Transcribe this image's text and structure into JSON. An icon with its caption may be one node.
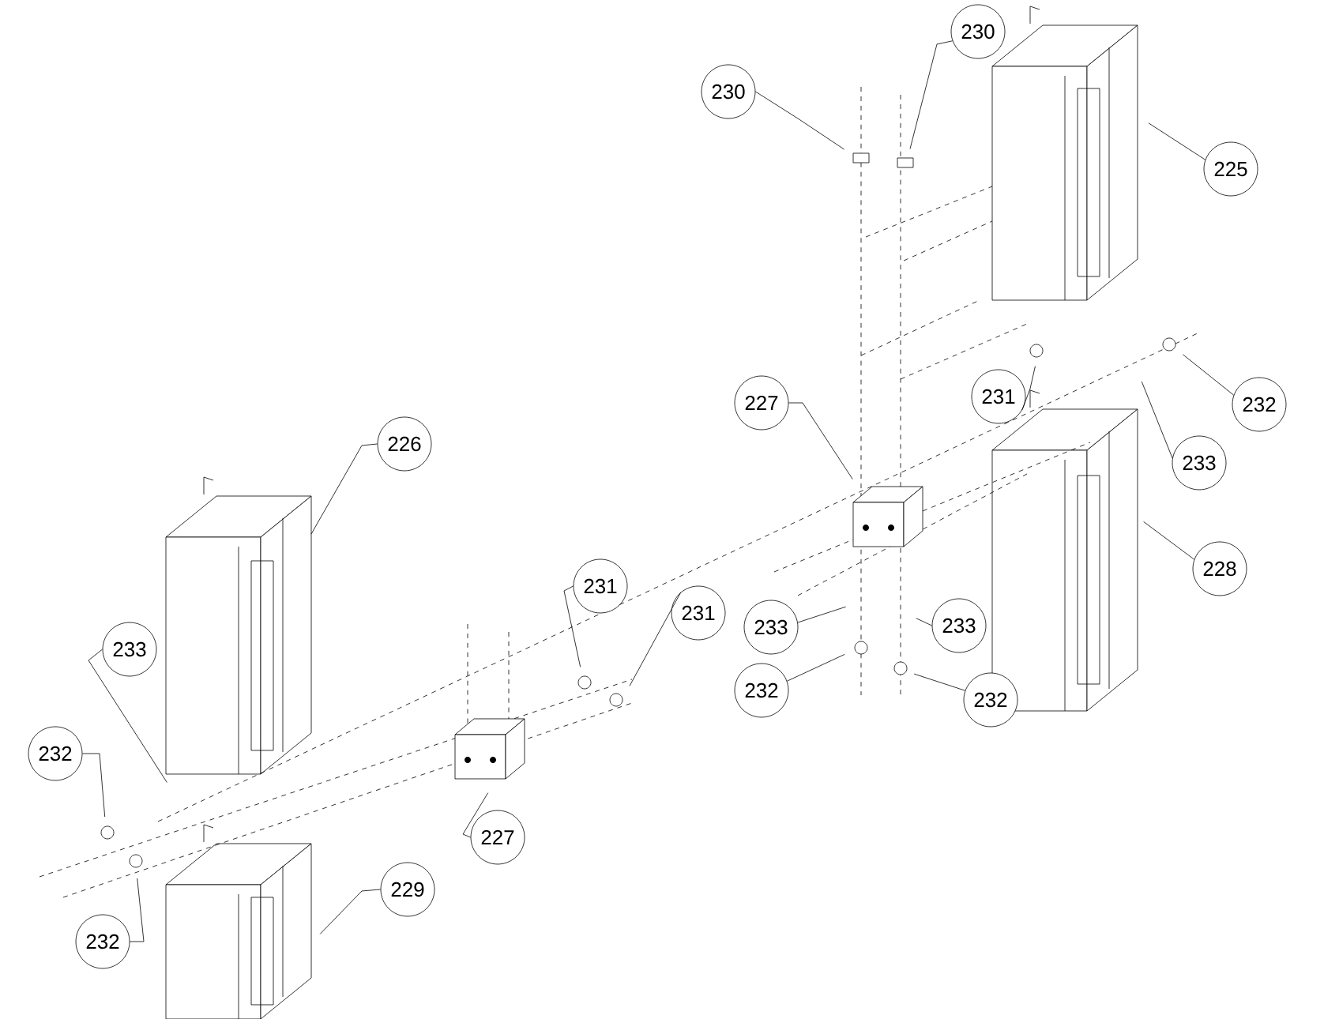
{
  "diagram": {
    "nodes": [
      {
        "text": [
          "230"
        ]
      },
      {
        "text": [
          "230"
        ]
      },
      {
        "text": [
          "225"
        ]
      },
      {
        "text": [
          "226"
        ]
      },
      {
        "text": [
          "227"
        ]
      },
      {
        "text": [
          "231"
        ]
      },
      {
        "text": [
          "232"
        ]
      },
      {
        "text": [
          "233"
        ]
      },
      {
        "text": [
          "228"
        ]
      },
      {
        "text": [
          "231"
        ]
      },
      {
        "text": [
          "231"
        ]
      },
      {
        "text": [
          "233"
        ]
      },
      {
        "text": [
          "233"
        ]
      },
      {
        "text": [
          "233"
        ]
      },
      {
        "text": [
          "232"
        ]
      },
      {
        "text": [
          "232"
        ]
      },
      {
        "text": [
          "232"
        ]
      },
      {
        "text": [
          "227"
        ]
      },
      {
        "text": [
          "229"
        ]
      },
      {
        "text": [
          "232"
        ]
      }
    ],
    "edges": [
      {
        "from": 0,
        "to": null,
        "arrow": "none"
      },
      {
        "from": 1,
        "to": null,
        "arrow": "none"
      },
      {
        "from": 2,
        "to": null,
        "arrow": "none"
      },
      {
        "from": 3,
        "to": null,
        "arrow": "none"
      },
      {
        "from": 4,
        "to": null,
        "arrow": "none"
      },
      {
        "from": 5,
        "to": null,
        "arrow": "none"
      },
      {
        "from": 6,
        "to": null,
        "arrow": "none"
      },
      {
        "from": 7,
        "to": null,
        "arrow": "none"
      },
      {
        "from": 8,
        "to": null,
        "arrow": "none"
      },
      {
        "from": 9,
        "to": null,
        "arrow": "none"
      },
      {
        "from": 10,
        "to": null,
        "arrow": "none"
      },
      {
        "from": 11,
        "to": null,
        "arrow": "none"
      },
      {
        "from": 12,
        "to": null,
        "arrow": "none"
      },
      {
        "from": 13,
        "to": null,
        "arrow": "none"
      },
      {
        "from": 14,
        "to": null,
        "arrow": "none"
      },
      {
        "from": 15,
        "to": null,
        "arrow": "none"
      },
      {
        "from": 16,
        "to": null,
        "arrow": "none"
      },
      {
        "from": 17,
        "to": null,
        "arrow": "none"
      },
      {
        "from": 18,
        "to": null,
        "arrow": "none"
      },
      {
        "from": 19,
        "to": null,
        "arrow": "none"
      }
    ]
  }
}
